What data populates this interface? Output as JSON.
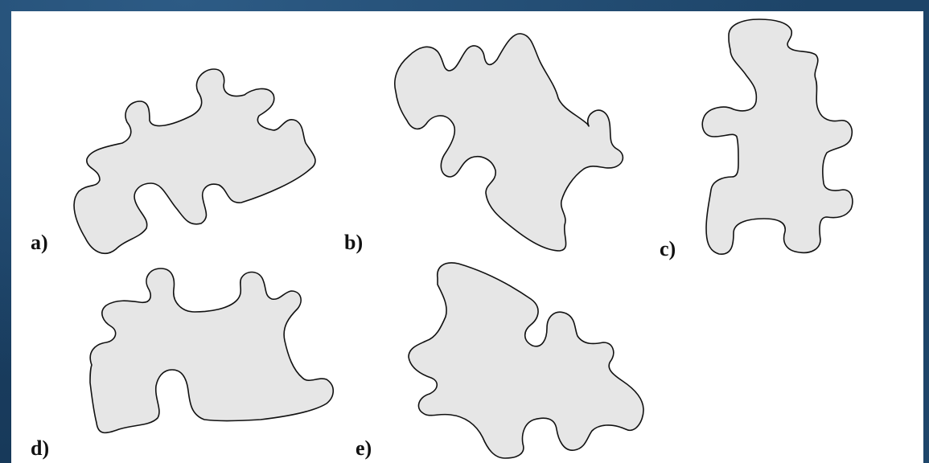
{
  "figure": {
    "background_color": "#1d4468",
    "panel_color": "#ffffff",
    "piece_fill": "#e6e6e6",
    "piece_stroke": "#111111",
    "pieces": [
      {
        "id": "a",
        "label": "a)"
      },
      {
        "id": "b",
        "label": "b)"
      },
      {
        "id": "c",
        "label": "c)"
      },
      {
        "id": "d",
        "label": "d)"
      },
      {
        "id": "e",
        "label": "e)"
      }
    ]
  }
}
